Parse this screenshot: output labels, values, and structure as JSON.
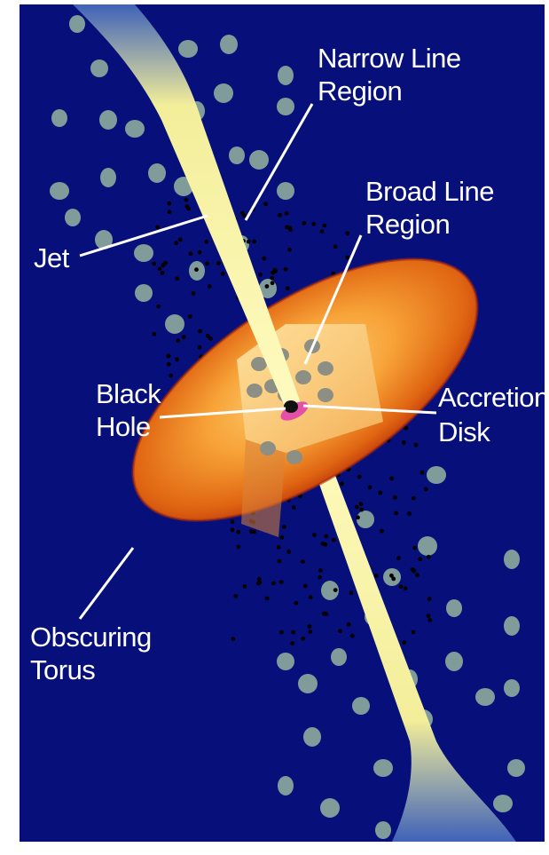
{
  "labels": {
    "narrow_line_region": [
      "Narrow Line",
      "Region"
    ],
    "broad_line_region": [
      "Broad Line",
      "Region"
    ],
    "jet": [
      "Jet"
    ],
    "black_hole": [
      "Black",
      "Hole"
    ],
    "accretion_disk": [
      "Accretion",
      "Disk"
    ],
    "obscuring_torus": [
      "Obscuring",
      "Torus"
    ]
  },
  "colors": {
    "background": "#07107a",
    "jet": "#fbf7a8",
    "torus_outer": "#c73c0c",
    "torus_inner": "#ffd07a",
    "clouds": "#7f9c9a",
    "label_text": "#ffffff"
  }
}
